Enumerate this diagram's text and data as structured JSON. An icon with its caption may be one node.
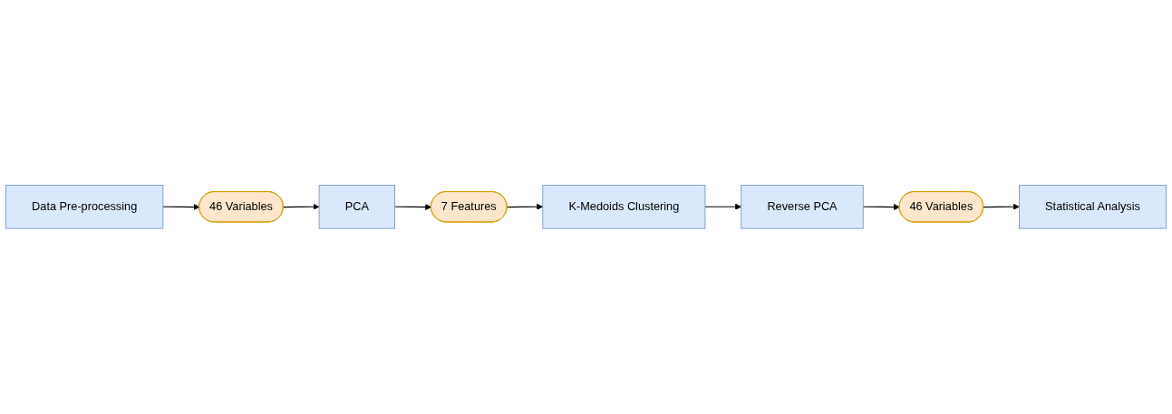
{
  "diagram": {
    "nodes": [
      {
        "text": [
          "Data Pre-processing"
        ]
      },
      {
        "text": [
          "46 Variables"
        ]
      },
      {
        "text": [
          "PCA"
        ]
      },
      {
        "text": [
          "7 Features"
        ]
      },
      {
        "text": [
          "K-Medoids Clustering"
        ]
      },
      {
        "text": [
          "Reverse PCA"
        ]
      },
      {
        "text": [
          "46 Variables"
        ]
      },
      {
        "text": [
          "Statistical Analysis"
        ]
      }
    ],
    "edges": [
      {
        "from": 0,
        "to": 1,
        "arrow": "to"
      },
      {
        "from": 1,
        "to": 2,
        "arrow": "to"
      },
      {
        "from": 2,
        "to": 3,
        "arrow": "to"
      },
      {
        "from": 3,
        "to": 4,
        "arrow": "to"
      },
      {
        "from": 4,
        "to": 5,
        "arrow": "to"
      },
      {
        "from": 5,
        "to": 6,
        "arrow": "to"
      },
      {
        "from": 6,
        "to": 7,
        "arrow": "to"
      }
    ]
  }
}
